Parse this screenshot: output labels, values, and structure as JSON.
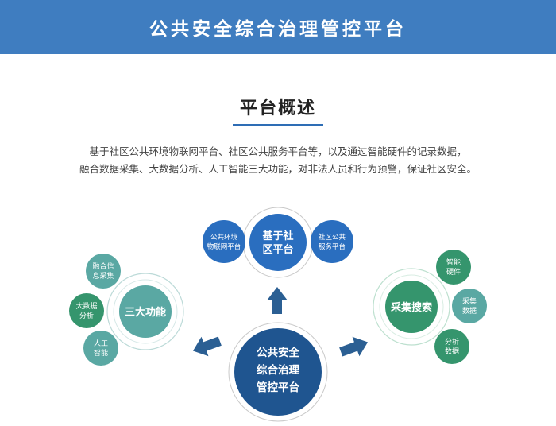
{
  "header": {
    "title": "公共安全综合治理管控平台"
  },
  "section": {
    "title": "平台概述"
  },
  "description": {
    "line1": "基于社区公共环境物联网平台、社区公共服务平台等，以及通过智能硬件的记录数据，",
    "line2": "融合数据采集、大数据分析、人工智能三大功能，对非法人员和行为预警，保证社区安全。"
  },
  "diagram": {
    "center": {
      "lines": [
        "公共安全",
        "综合治理",
        "管控平台"
      ]
    },
    "top": {
      "main": [
        "基于社",
        "区平台"
      ],
      "left": [
        "公共环境",
        "物联网平台"
      ],
      "right": [
        "社区公共",
        "服务平台"
      ]
    },
    "left": {
      "main": "三大功能",
      "items": [
        [
          "融合信",
          "息采集"
        ],
        [
          "大数据",
          "分析"
        ],
        [
          "人工",
          "智能"
        ]
      ]
    },
    "right": {
      "main": "采集搜索",
      "items": [
        [
          "智能",
          "硬件"
        ],
        [
          "采集",
          "数据"
        ],
        [
          "分析",
          "数据"
        ]
      ]
    },
    "colors": {
      "blue": "#2a6ebf",
      "navy": "#1f5590",
      "teal": "#5aa8a3",
      "green": "#35956d",
      "arrow": "#2b5f93"
    }
  }
}
